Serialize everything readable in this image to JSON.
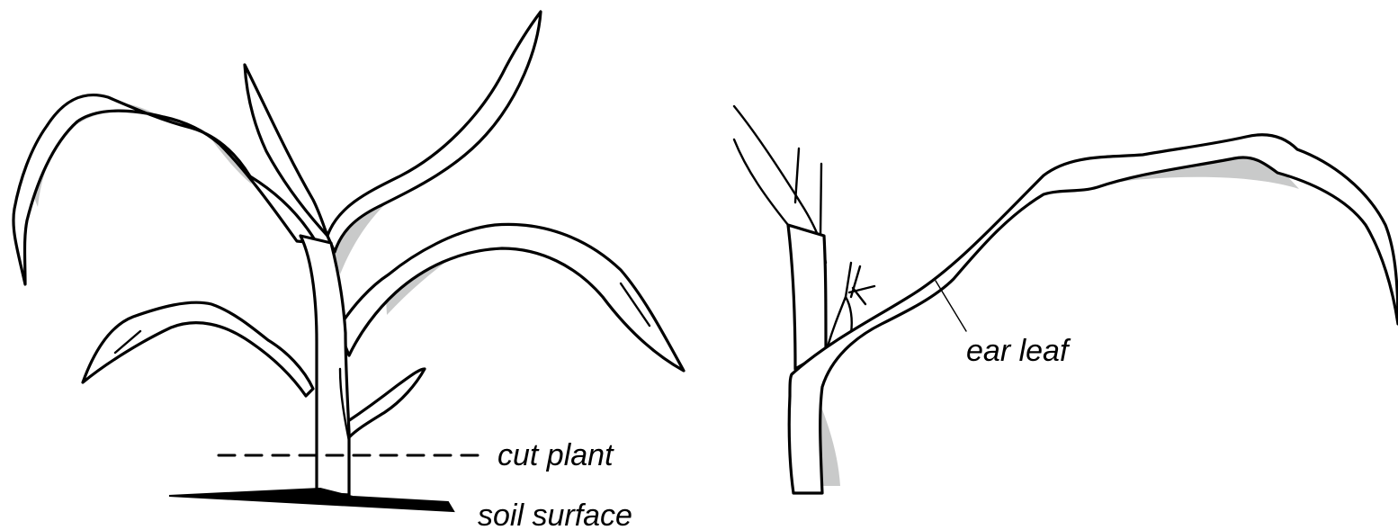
{
  "figure": {
    "labels": {
      "cut_plant": "cut plant",
      "soil_surface": "soil surface",
      "ear_leaf": "ear leaf"
    },
    "colors": {
      "outline": "#000000",
      "fill": "#ffffff",
      "shading": "#c9caca"
    }
  }
}
